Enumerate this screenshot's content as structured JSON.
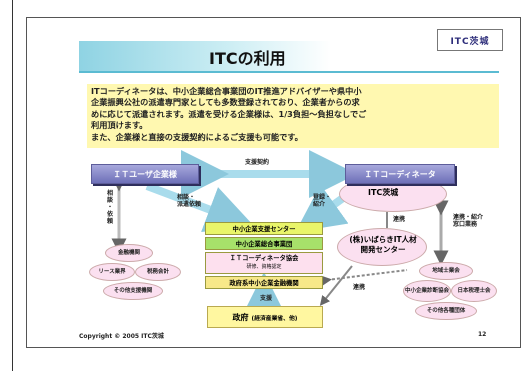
{
  "slide": {
    "logo": "ITC茨城",
    "title": "ITCの利用",
    "intro_lines": [
      "ITコーディネータは、中小企業総合事業団のIT推進アドバイザーや県中小",
      "企業振興公社の派遣専門家としても多数登録されており、企業者からの求",
      "めに応じて派遣されます。派遣を受ける企業様は、1/3負担～負担なしでご",
      "利用頂けます。",
      "また、企業様と直接の支援契約によるご支援も可能です。"
    ],
    "it_user": "ＩＴユーザ企業様",
    "it_coordinator": "ＩＴコーディネータ",
    "itc_ibaraki": "ITC茨城",
    "center": "(株)いばらきIT人材開発センター",
    "support_contract": "支援契約",
    "label_apply": [
      "相談・",
      "派遣依頼"
    ],
    "label_register": [
      "登録・",
      "紹介"
    ],
    "label_consult": [
      "相",
      "談",
      "・",
      "依",
      "頼"
    ],
    "label_renkei": "連携",
    "label_renkei2": "連携",
    "label_regist_right": [
      "連携・紹介",
      "窓口業務"
    ],
    "label_shien": "支援",
    "stack": {
      "s1": "中小企業支援センター",
      "s2": "中小企業総合事業団",
      "s3_main": "ＩＴコーディネータ協会",
      "s3_sub": "研修、資格認定",
      "s4": "政府系中小企業金融機関"
    },
    "government": "政府",
    "government_sub": "(経済産業省、他)",
    "left_cluster": [
      "金融機関",
      "リース業界",
      "税務会計",
      "その他支援機関"
    ],
    "right_cluster": [
      "地域士業会",
      "中小企業診断協会",
      "日本税理士会",
      "その他各種団体"
    ],
    "copyright": "Copyright © 2005 ITC茨城",
    "page_number": "12"
  },
  "colors": {
    "header_blue": "#6e70b8",
    "title_band": "#8fd3e3",
    "intro_bg": "#fff8b0",
    "arrow": "#a9dcec",
    "ellipse_pink": "#fbe0f0"
  }
}
